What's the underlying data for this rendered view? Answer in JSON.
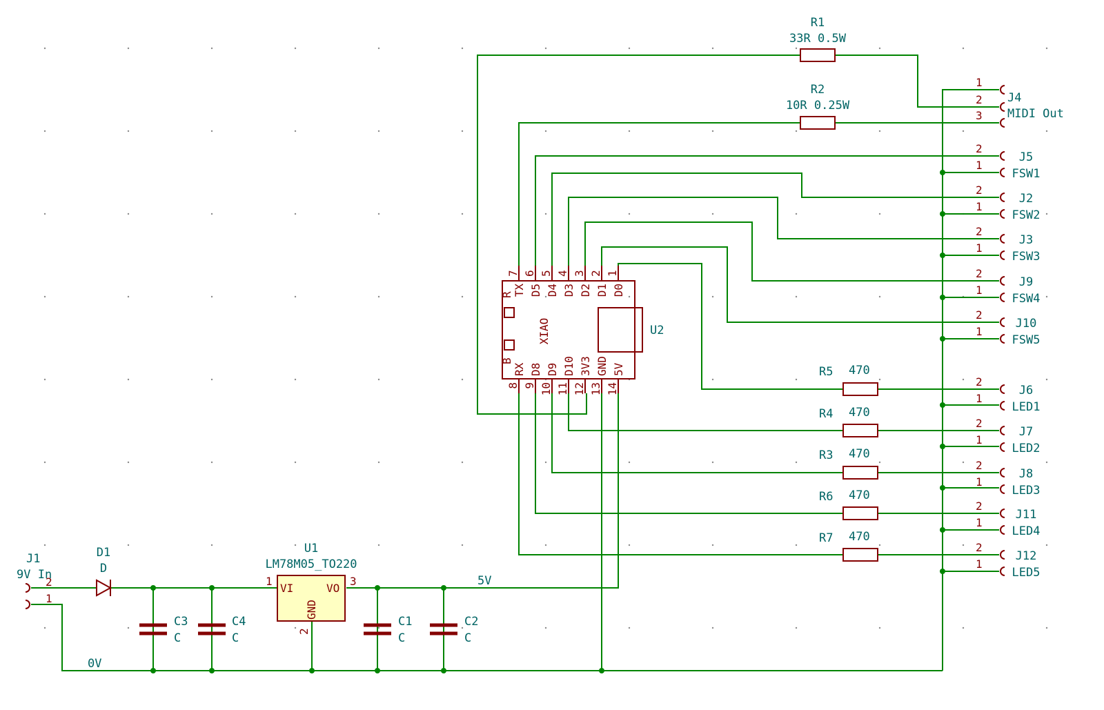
{
  "colors": {
    "wire": "#008400",
    "component": "#840000",
    "label": "#006464",
    "regulator_fill": "#ffffc2"
  },
  "resistors": [
    {
      "ref": "R1",
      "value": "33R 0.5W"
    },
    {
      "ref": "R2",
      "value": "10R 0.25W"
    },
    {
      "ref": "R5",
      "value": "470"
    },
    {
      "ref": "R4",
      "value": "470"
    },
    {
      "ref": "R3",
      "value": "470"
    },
    {
      "ref": "R6",
      "value": "470"
    },
    {
      "ref": "R7",
      "value": "470"
    }
  ],
  "connectors": [
    {
      "ref": "J4",
      "value": "MIDI Out",
      "pins": [
        "1",
        "2",
        "3"
      ]
    },
    {
      "ref": "J5",
      "value": "FSW1",
      "pins": [
        "2",
        "1"
      ]
    },
    {
      "ref": "J2",
      "value": "FSW2",
      "pins": [
        "2",
        "1"
      ]
    },
    {
      "ref": "J3",
      "value": "FSW3",
      "pins": [
        "2",
        "1"
      ]
    },
    {
      "ref": "J9",
      "value": "FSW4",
      "pins": [
        "2",
        "1"
      ]
    },
    {
      "ref": "J10",
      "value": "FSW5",
      "pins": [
        "2",
        "1"
      ]
    },
    {
      "ref": "J6",
      "value": "LED1",
      "pins": [
        "2",
        "1"
      ]
    },
    {
      "ref": "J7",
      "value": "LED2",
      "pins": [
        "2",
        "1"
      ]
    },
    {
      "ref": "J8",
      "value": "LED3",
      "pins": [
        "2",
        "1"
      ]
    },
    {
      "ref": "J11",
      "value": "LED4",
      "pins": [
        "2",
        "1"
      ]
    },
    {
      "ref": "J12",
      "value": "LED5",
      "pins": [
        "2",
        "1"
      ]
    }
  ],
  "mcu": {
    "ref": "U2",
    "name": "XIAO",
    "reset_label": "R",
    "boot_label": "B",
    "top_pins": [
      {
        "num": "7",
        "name": "TX"
      },
      {
        "num": "6",
        "name": "D5"
      },
      {
        "num": "5",
        "name": "D4"
      },
      {
        "num": "4",
        "name": "D3"
      },
      {
        "num": "3",
        "name": "D2"
      },
      {
        "num": "2",
        "name": "D1"
      },
      {
        "num": "1",
        "name": "D0"
      }
    ],
    "bottom_pins": [
      {
        "num": "8",
        "name": "RX"
      },
      {
        "num": "9",
        "name": "D8"
      },
      {
        "num": "10",
        "name": "D9"
      },
      {
        "num": "11",
        "name": "D10"
      },
      {
        "num": "12",
        "name": "3V3"
      },
      {
        "num": "13",
        "name": "GND"
      },
      {
        "num": "14",
        "name": "5V"
      }
    ]
  },
  "power_jack": {
    "ref": "J1",
    "value": "9V In",
    "pins": [
      "2",
      "1"
    ]
  },
  "diode": {
    "ref": "D1",
    "value": "D"
  },
  "regulator": {
    "ref": "U1",
    "value": "LM78M05_TO220",
    "pin_vi": "VI",
    "pin_vo": "VO",
    "pin_gnd": "GND",
    "pin1": "1",
    "pin2": "2",
    "pin3": "3"
  },
  "capacitors": [
    {
      "ref": "C3",
      "value": "C"
    },
    {
      "ref": "C4",
      "value": "C"
    },
    {
      "ref": "C1",
      "value": "C"
    },
    {
      "ref": "C2",
      "value": "C"
    }
  ],
  "nets": {
    "supply": "5V",
    "ground": "0V"
  }
}
